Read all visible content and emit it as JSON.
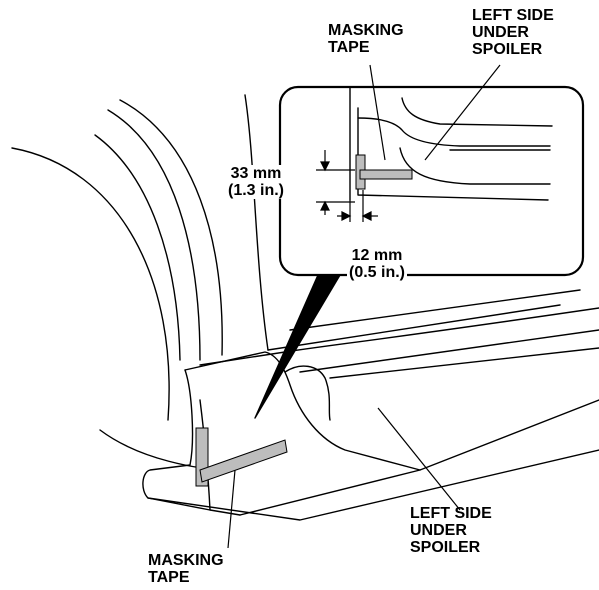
{
  "labels": {
    "masking_tape_top": [
      "MASKING",
      "TAPE"
    ],
    "left_side_under_spoiler_top": [
      "LEFT SIDE",
      "UNDER",
      "SPOILER"
    ],
    "vertical_dim": [
      "33 mm",
      "(1.3 in.)"
    ],
    "horizontal_dim": [
      "12 mm",
      "(0.5 in.)"
    ],
    "left_side_under_spoiler_bottom": [
      "LEFT SIDE",
      "UNDER",
      "SPOILER"
    ],
    "masking_tape_bottom": [
      "MASKING",
      "TAPE"
    ]
  },
  "colors": {
    "line": "#000000",
    "tape_fill": "#bdbdbd",
    "background": "#ffffff"
  }
}
